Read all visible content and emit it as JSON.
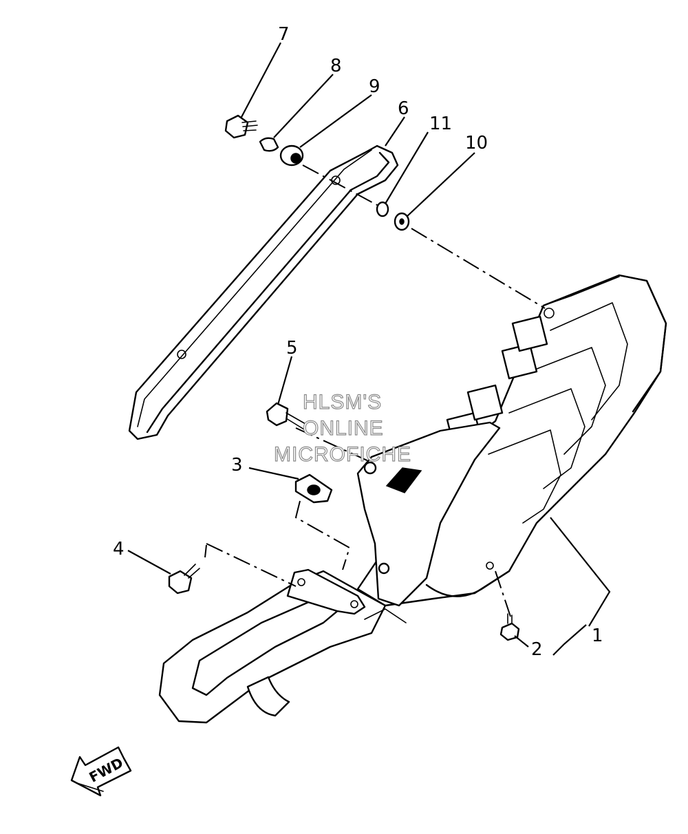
{
  "callouts": [
    "1",
    "2",
    "3",
    "4",
    "5",
    "6",
    "7",
    "8",
    "9",
    "10",
    "11"
  ],
  "watermark": [
    "HLSM'S",
    "ONLINE",
    "MICROFICHE"
  ],
  "direction_label": "FWD"
}
